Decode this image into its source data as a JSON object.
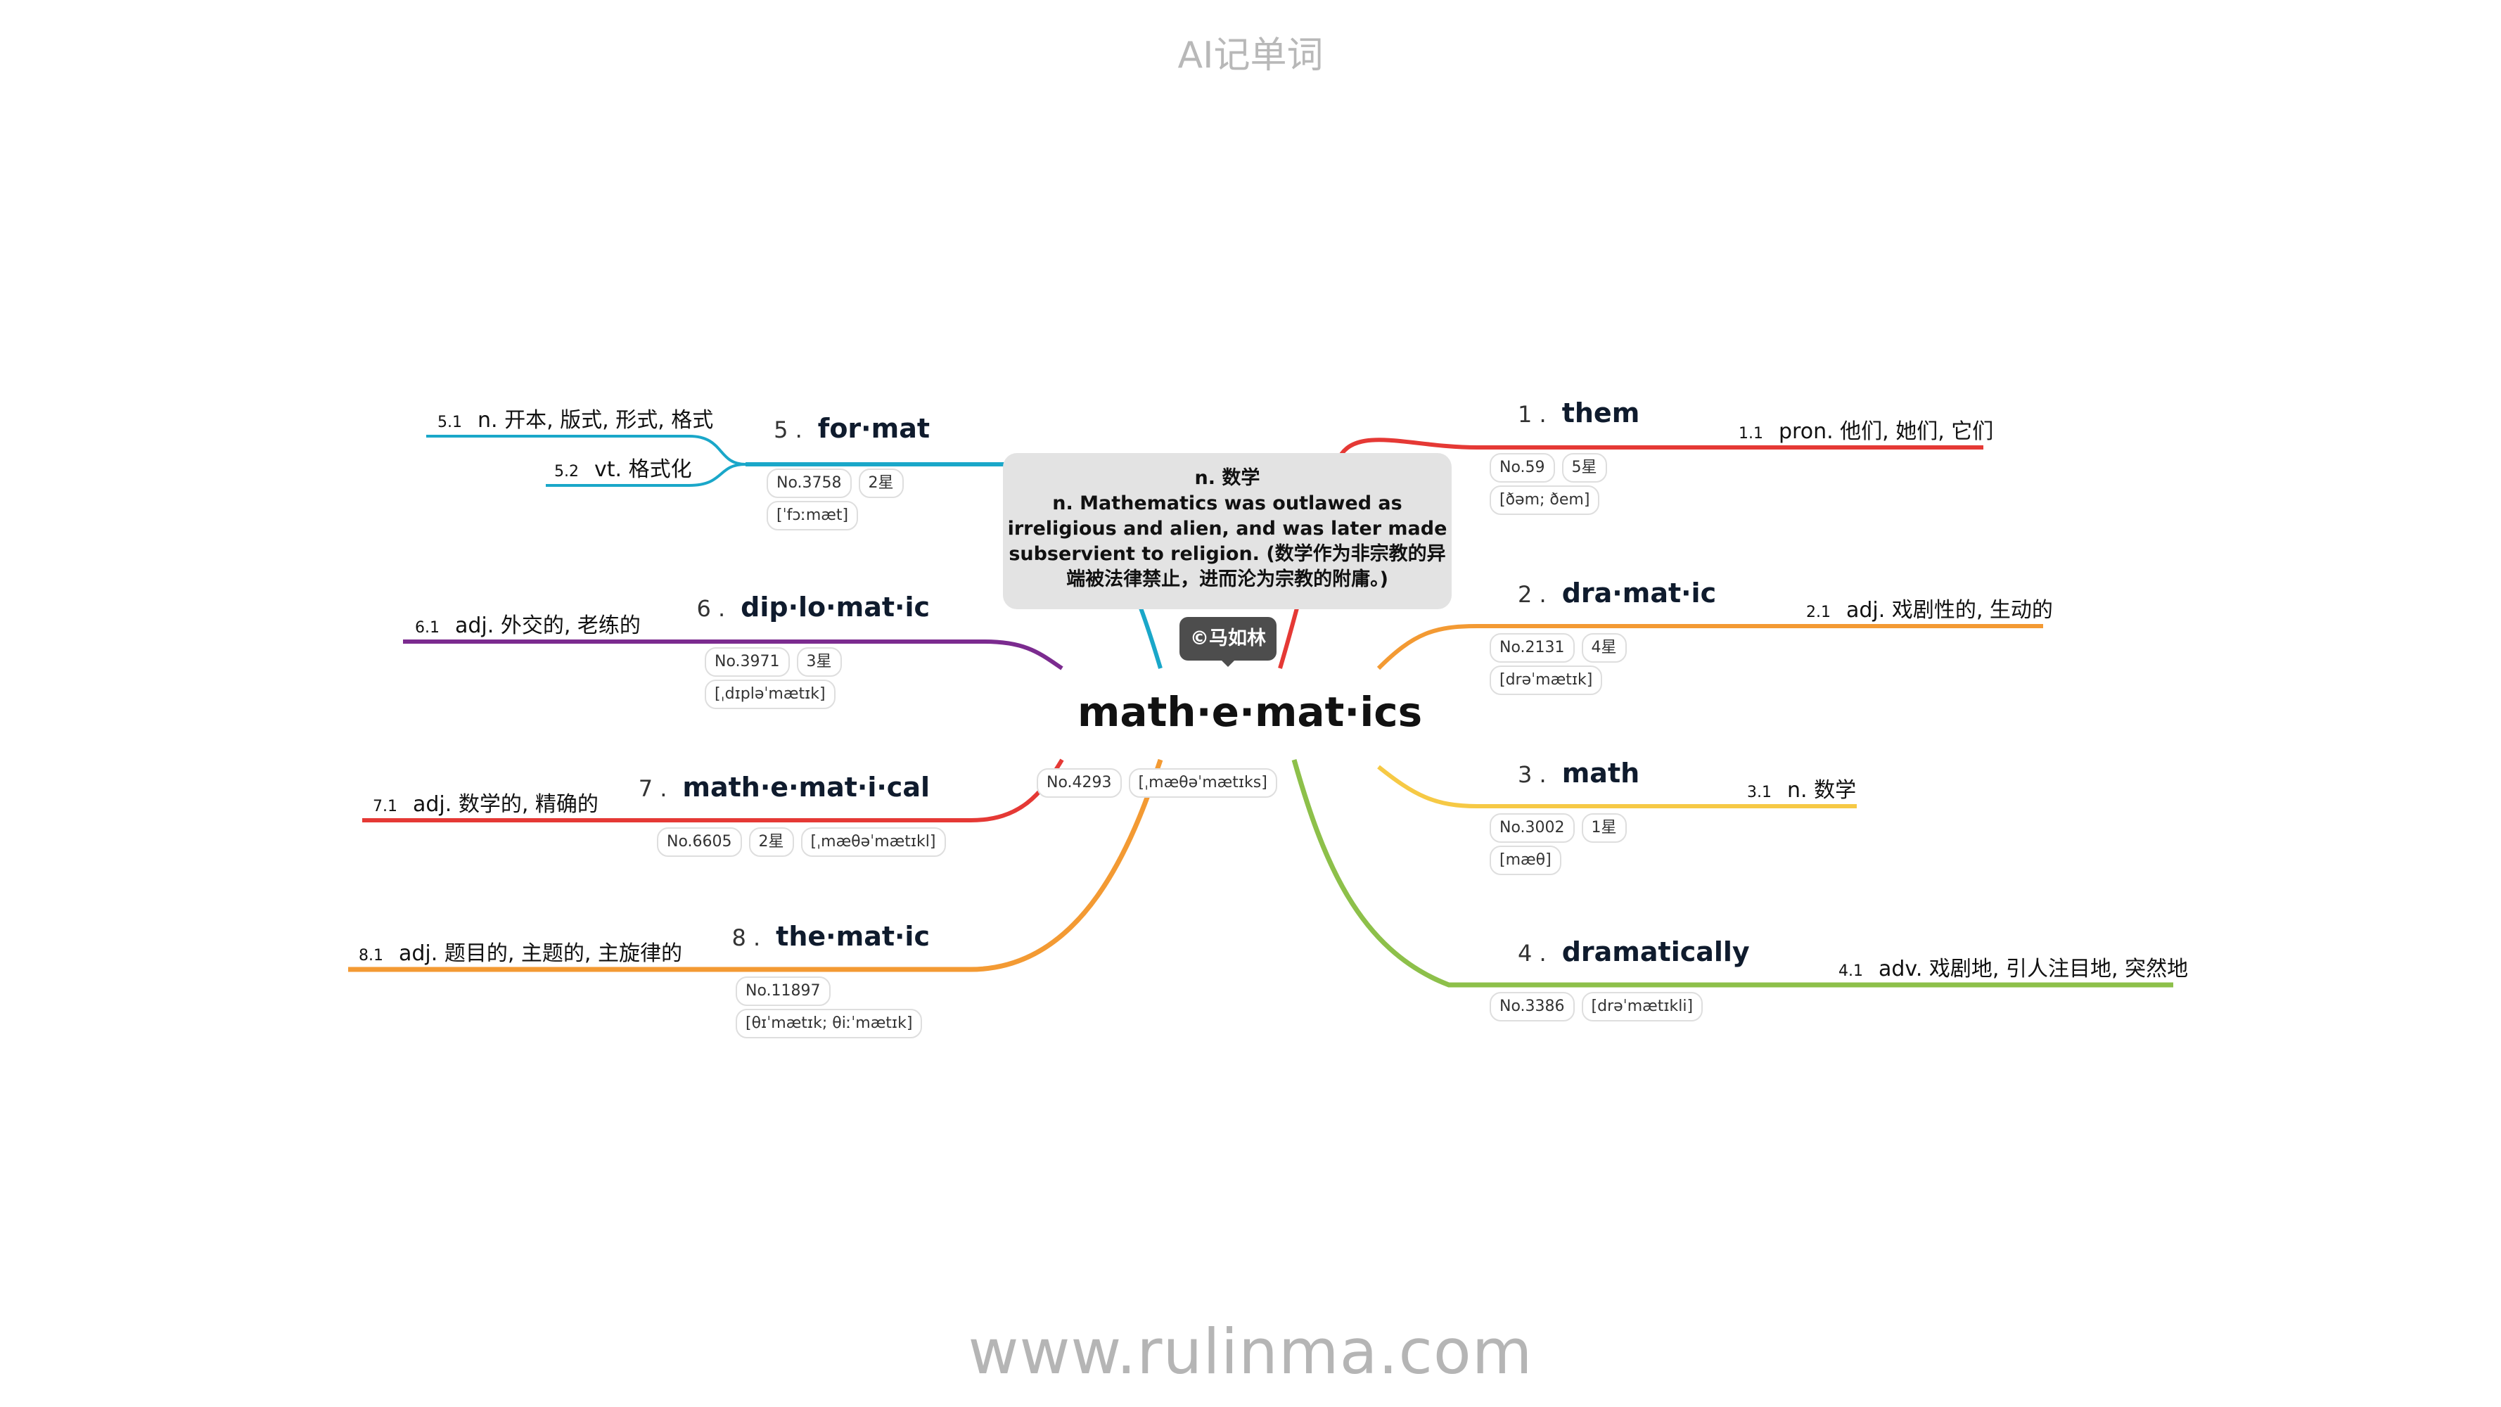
{
  "header": "AI记单词",
  "footer": "www.rulinma.com",
  "center": {
    "word": "math·e·mat·ics",
    "no": "No.4293",
    "phonetic": "[ˌmæθəˈmætɪks]"
  },
  "note": {
    "line1": "n. 数学",
    "line2": "n. Mathematics was outlawed as irreligious and alien, and was later made subservient to religion. (数学作为非宗教的异端被法律禁止，进而沦为宗教的附庸。)"
  },
  "author": "©马如林",
  "branches": [
    {
      "num": "1 .",
      "word": "them",
      "no": "No.59",
      "star": "5星",
      "phonetic": "[ðəm; ðem]",
      "defs": [
        {
          "num": "1.1",
          "text": "pron. 他们, 她们, 它们"
        }
      ],
      "color": "#e53935"
    },
    {
      "num": "2 .",
      "word": "dra·mat·ic",
      "no": "No.2131",
      "star": "4星",
      "phonetic": "[drəˈmætɪk]",
      "defs": [
        {
          "num": "2.1",
          "text": "adj. 戏剧性的, 生动的"
        }
      ],
      "color": "#f39a33"
    },
    {
      "num": "3 .",
      "word": "math",
      "no": "No.3002",
      "star": "1星",
      "phonetic": "[mæθ]",
      "defs": [
        {
          "num": "3.1",
          "text": "n. 数学"
        }
      ],
      "color": "#f6c945"
    },
    {
      "num": "4 .",
      "word": "dramatically",
      "no": "No.3386",
      "phonetic": "[drəˈmætɪkli]",
      "defs": [
        {
          "num": "4.1",
          "text": "adv. 戏剧地, 引人注目地, 突然地"
        }
      ],
      "color": "#8dc04a"
    },
    {
      "num": "5 .",
      "word": "for·mat",
      "no": "No.3758",
      "star": "2星",
      "phonetic": "[ˈfɔːmæt]",
      "defs": [
        {
          "num": "5.1",
          "text": "n. 开本, 版式, 形式, 格式"
        },
        {
          "num": "5.2",
          "text": "vt. 格式化"
        }
      ],
      "color": "#1aa7c9"
    },
    {
      "num": "6 .",
      "word": "dip·lo·mat·ic",
      "no": "No.3971",
      "star": "3星",
      "phonetic": "[ˌdɪpləˈmætɪk]",
      "defs": [
        {
          "num": "6.1",
          "text": "adj. 外交的, 老练的"
        }
      ],
      "color": "#7b2b8f"
    },
    {
      "num": "7 .",
      "word": "math·e·mat·i·cal",
      "no": "No.6605",
      "star": "2星",
      "phonetic": "[ˌmæθəˈmætɪkl]",
      "defs": [
        {
          "num": "7.1",
          "text": "adj. 数学的, 精确的"
        }
      ],
      "color": "#e53935"
    },
    {
      "num": "8 .",
      "word": "the·mat·ic",
      "no": "No.11897",
      "phonetic": "[θɪˈmætɪk; θiːˈmætɪk]",
      "defs": [
        {
          "num": "8.1",
          "text": "adj. 题目的, 主题的, 主旋律的"
        }
      ],
      "color": "#f39a33"
    }
  ]
}
